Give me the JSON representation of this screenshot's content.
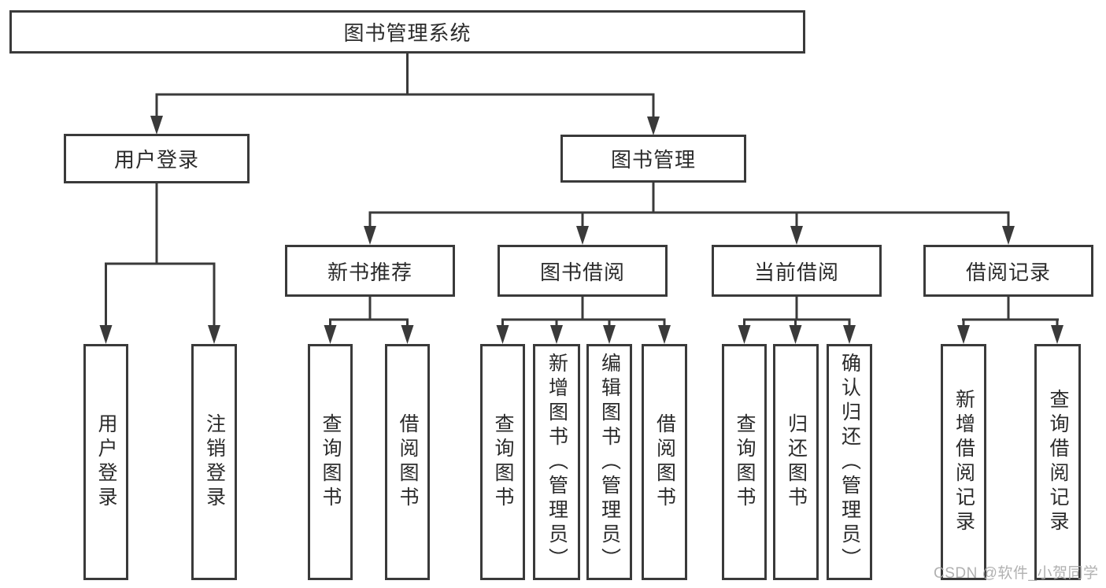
{
  "diagram": {
    "root": {
      "label": "图书管理系统"
    },
    "branches": [
      {
        "label": "用户登录",
        "leaves": [
          {
            "label": "用户登录"
          },
          {
            "label": "注销登录"
          }
        ]
      },
      {
        "label": "图书管理",
        "sections": [
          {
            "label": "新书推荐",
            "leaves": [
              {
                "label": "查询图书"
              },
              {
                "label": "借阅图书"
              }
            ]
          },
          {
            "label": "图书借阅",
            "leaves": [
              {
                "label": "查询图书"
              },
              {
                "label": "新增图书（管理员）"
              },
              {
                "label": "编辑图书（管理员）"
              },
              {
                "label": "借阅图书"
              }
            ]
          },
          {
            "label": "当前借阅",
            "leaves": [
              {
                "label": "查询图书"
              },
              {
                "label": "归还图书"
              },
              {
                "label": "确认归还（管理员）"
              }
            ]
          },
          {
            "label": "借阅记录",
            "leaves": [
              {
                "label": "新增借阅记录"
              },
              {
                "label": "查询借阅记录"
              }
            ]
          }
        ]
      }
    ]
  },
  "watermark": {
    "text": "CSDN @软件_小贺同学"
  },
  "colors": {
    "line": "#3a3a3a",
    "border": "#3a3a3a",
    "text": "#2b2b2b",
    "background": "#ffffff",
    "watermark": "#a9a9a9"
  }
}
